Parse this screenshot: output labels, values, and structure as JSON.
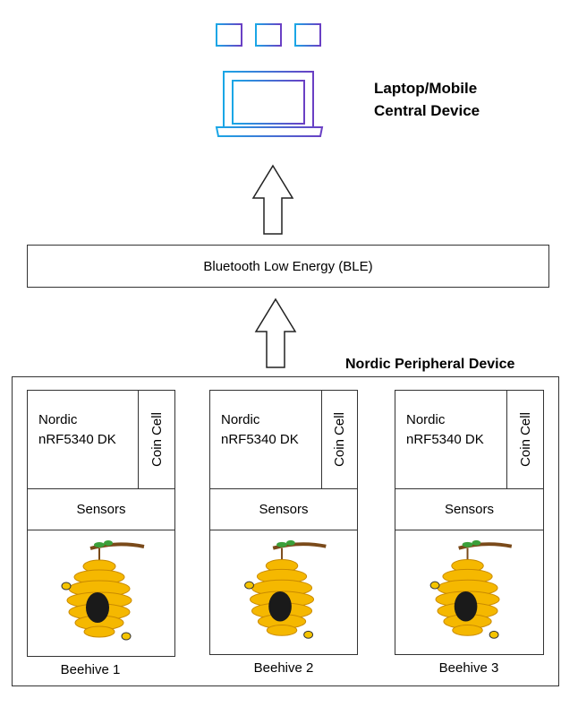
{
  "central": {
    "icon": "laptop-with-windows-icon",
    "label_line1": "Laptop/Mobile",
    "label_line2": "Central Device"
  },
  "ble": {
    "label": "Bluetooth Low Energy (BLE)"
  },
  "peripheral": {
    "title": "Nordic Peripheral Device",
    "hives": [
      {
        "board_line1": "Nordic",
        "board_line2": "nRF5340 DK",
        "battery": "Coin Cell",
        "sensors": "Sensors",
        "label": "Beehive 1"
      },
      {
        "board_line1": "Nordic",
        "board_line2": "nRF5340 DK",
        "battery": "Coin Cell",
        "sensors": "Sensors",
        "label": "Beehive 2"
      },
      {
        "board_line1": "Nordic",
        "board_line2": "nRF5340 DK",
        "battery": "Coin Cell",
        "sensors": "Sensors",
        "label": "Beehive 3"
      }
    ]
  },
  "colors": {
    "gradient_start": "#1aa7e6",
    "gradient_end": "#6a3fc4",
    "hive_yellow": "#f5b800",
    "hive_hole": "#1a1a1a"
  }
}
